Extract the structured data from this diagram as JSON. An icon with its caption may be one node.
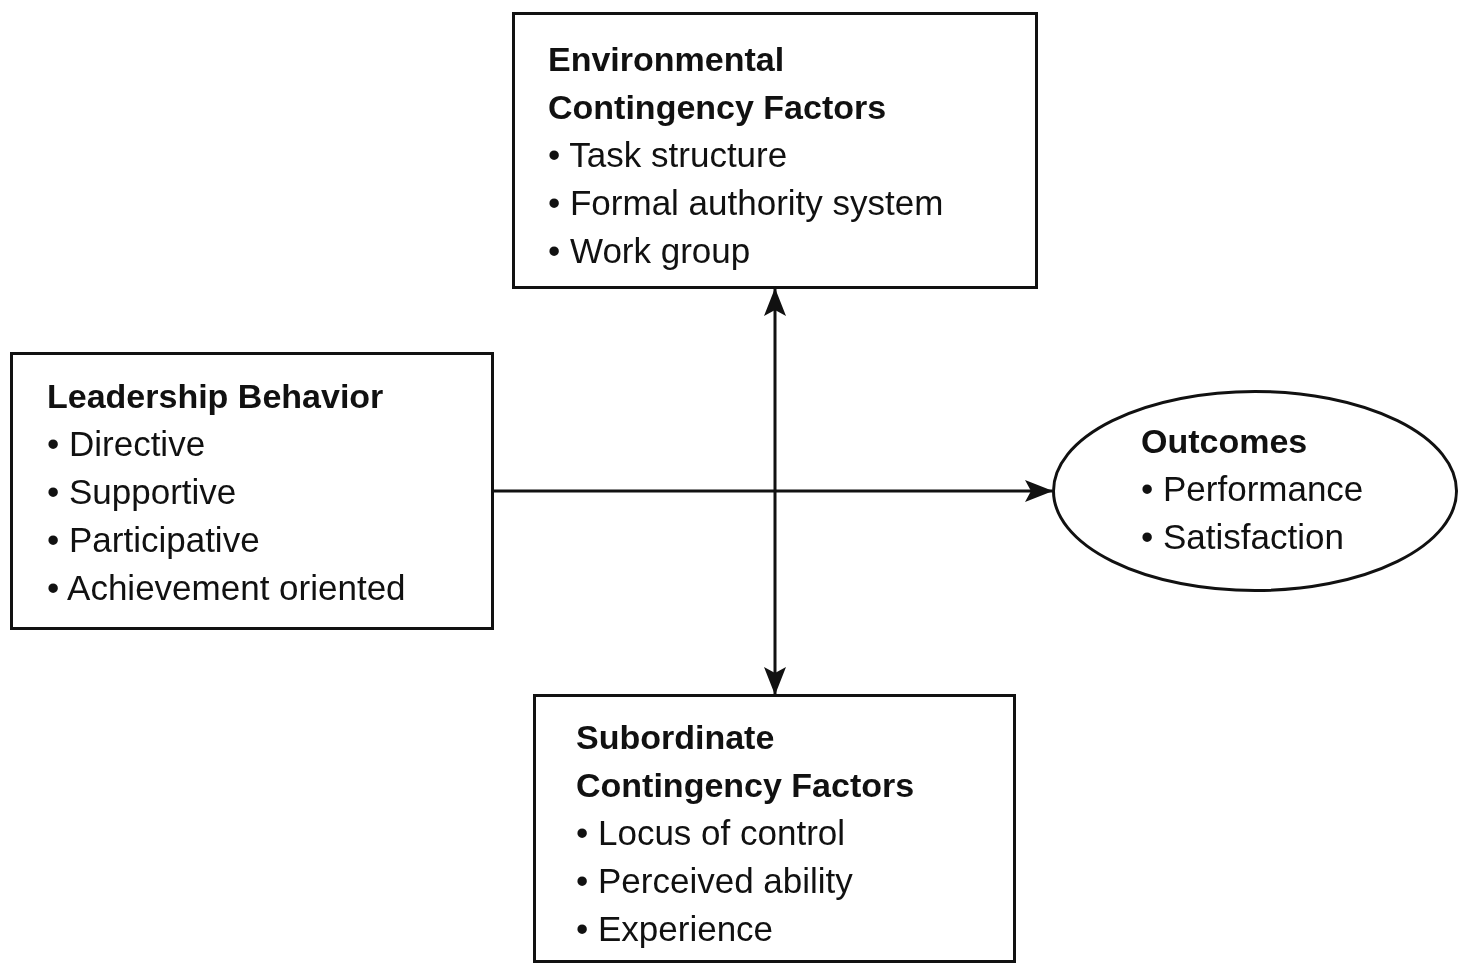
{
  "diagram": {
    "nodes": [
      {
        "text": [
          "Environmental Contingency Factors",
          "• Task structure",
          "• Formal authority system",
          "• Work group"
        ]
      },
      {
        "text": [
          "Leadership Behavior",
          "• Directive",
          "• Supportive",
          "• Participative",
          "• Achievement oriented"
        ]
      },
      {
        "text": [
          "Outcomes",
          "• Performance",
          "• Satisfaction"
        ]
      },
      {
        "text": [
          "Subordinate Contingency Factors",
          "• Locus of control",
          "• Perceived ability",
          "• Experience"
        ]
      }
    ],
    "edges": [
      {
        "from": 1,
        "to": 2,
        "arrow": "to"
      },
      {
        "from": 0,
        "to": 3,
        "arrow": "both"
      }
    ]
  }
}
